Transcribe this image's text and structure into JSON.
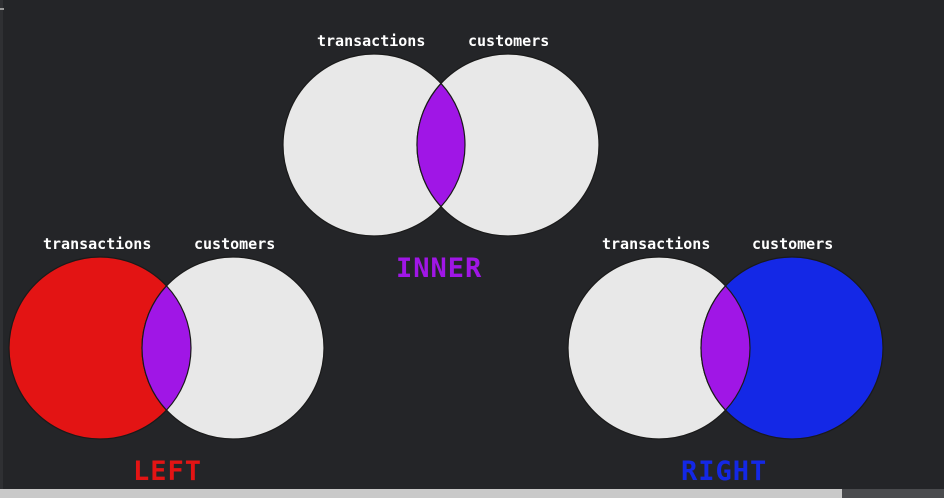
{
  "colors": {
    "background": "#242528",
    "set_fill": "#e8e8e8",
    "outline": "#1a1a1a",
    "intersection": "#a016e6",
    "left_fill": "#e31414",
    "right_fill": "#1428e6",
    "inner_label": "#a016e6",
    "left_label": "#e31414",
    "right_label": "#1428e6",
    "set_label": "#ffffff"
  },
  "diagrams": {
    "inner": {
      "left_set": "transactions",
      "right_set": "customers",
      "label": "INNER",
      "highlight": "intersection"
    },
    "left": {
      "left_set": "transactions",
      "right_set": "customers",
      "label": "LEFT",
      "highlight": "left"
    },
    "right": {
      "left_set": "transactions",
      "right_set": "customers",
      "label": "RIGHT",
      "highlight": "right"
    }
  }
}
